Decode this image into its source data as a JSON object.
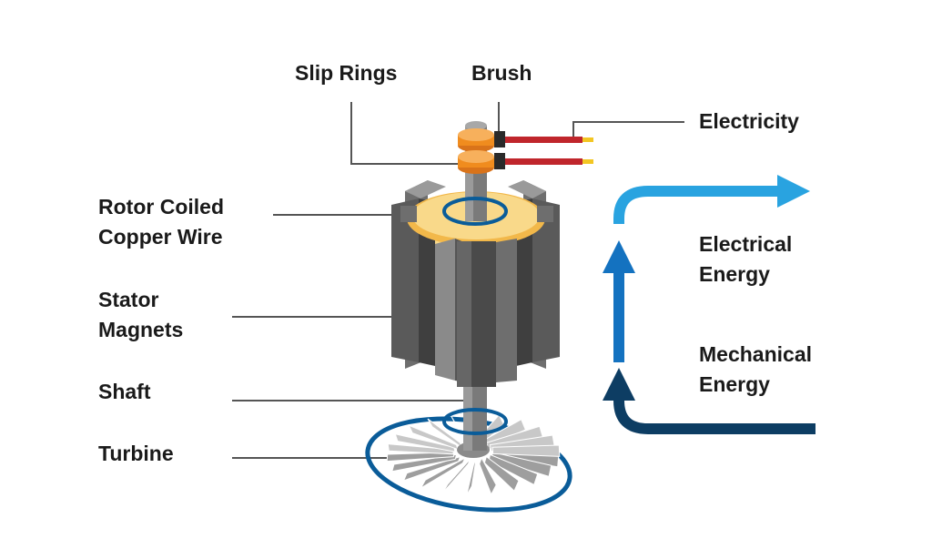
{
  "labels": {
    "slip_rings": "Slip Rings",
    "brush": "Brush",
    "electricity": "Electricity",
    "rotor_line1": "Rotor Coiled",
    "rotor_line2": "Copper Wire",
    "stator_line1": "Stator",
    "stator_line2": "Magnets",
    "shaft": "Shaft",
    "turbine": "Turbine",
    "electrical_line1": "Electrical",
    "electrical_line2": "Energy",
    "mechanical_line1": "Mechanical",
    "mechanical_line2": "Energy"
  },
  "colors": {
    "leader_line": "#555555",
    "stator_dark": "#454545",
    "stator_mid": "#6e6e6e",
    "stator_light": "#9a9a9a",
    "rotor_copper": "#f2b84a",
    "rotor_copper_light": "#f9d98a",
    "slip_ring": "#f08c1e",
    "wire_red": "#c0262c",
    "wire_tip": "#f3c623",
    "rotation_arrow": "#0a5c99",
    "electrical_energy_arrow": "#29a3e0",
    "transition_arrow": "#1472c0",
    "mechanical_energy_arrow": "#0d3d63",
    "turbine_blade": "#bdbdbd"
  }
}
